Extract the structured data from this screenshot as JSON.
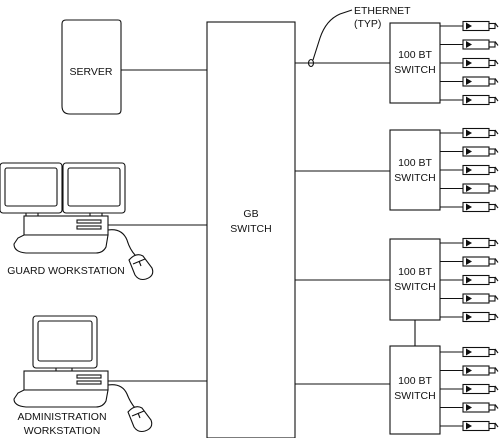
{
  "labels": {
    "server": "SERVER",
    "gb_switch_1": "GB",
    "gb_switch_2": "SWITCH",
    "ethernet_1": "ETHERNET",
    "ethernet_2": "(TYP)",
    "guard": "GUARD WORKSTATION",
    "admin_1": "ADMINISTRATION",
    "admin_2": "WORKSTATION",
    "bt_switch_1": "100 BT",
    "bt_switch_2": "SWITCH"
  },
  "camera_count_per_switch": 5,
  "icons": [
    "camera-icon",
    "monitor-icon",
    "computer-icon",
    "mouse-icon",
    "ethernet-marker-icon"
  ]
}
